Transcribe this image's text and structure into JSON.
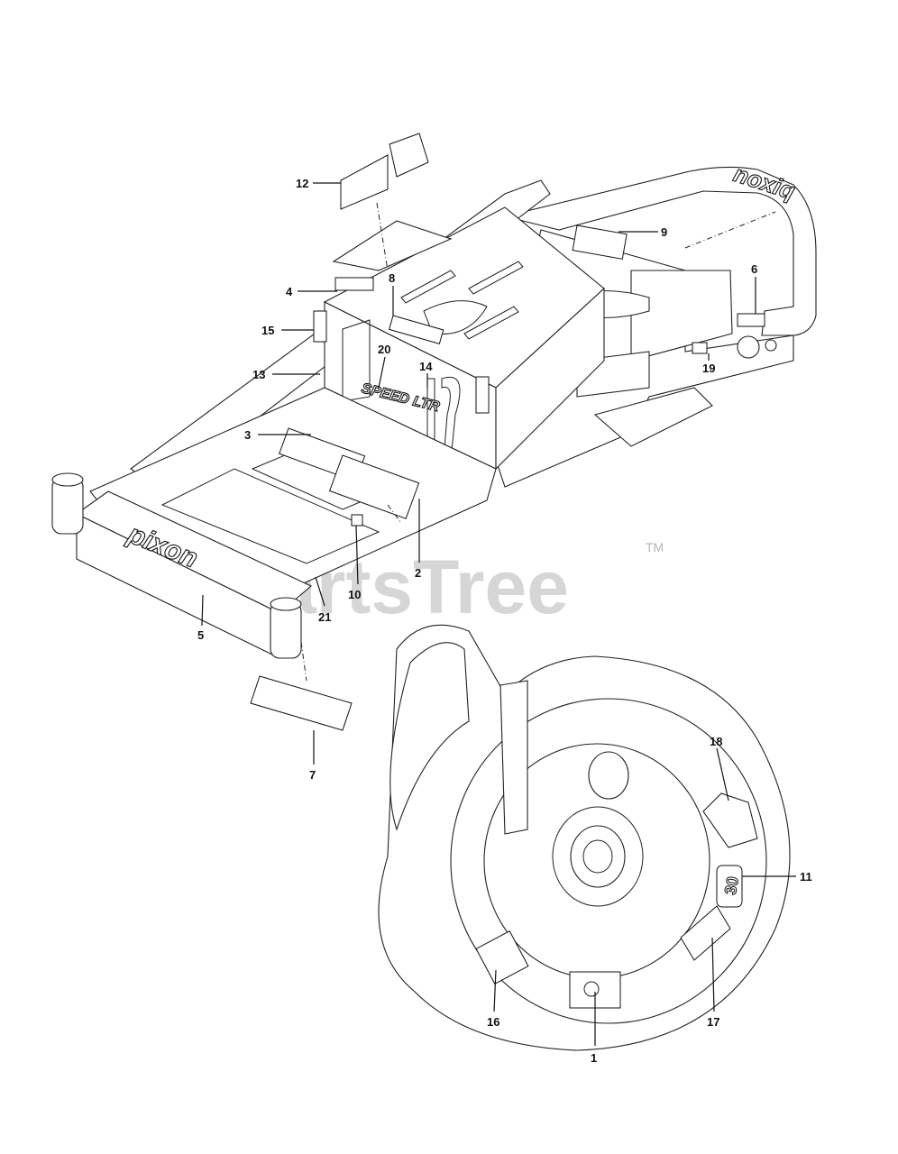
{
  "watermark": {
    "text": "PartsTree",
    "trademark": "TM"
  },
  "chassis": {
    "brand_front": "pixon",
    "brand_rear": "noxiq",
    "speed_decal": "SPEED LTR"
  },
  "deck": {
    "size_badge": "30"
  },
  "callouts": [
    {
      "id": "12",
      "label": "12"
    },
    {
      "id": "9",
      "label": "9"
    },
    {
      "id": "4",
      "label": "4"
    },
    {
      "id": "8",
      "label": "8"
    },
    {
      "id": "6",
      "label": "6"
    },
    {
      "id": "15",
      "label": "15"
    },
    {
      "id": "20",
      "label": "20"
    },
    {
      "id": "14",
      "label": "14"
    },
    {
      "id": "13",
      "label": "13"
    },
    {
      "id": "19",
      "label": "19"
    },
    {
      "id": "3",
      "label": "3"
    },
    {
      "id": "10",
      "label": "10"
    },
    {
      "id": "2",
      "label": "2"
    },
    {
      "id": "21",
      "label": "21"
    },
    {
      "id": "5",
      "label": "5"
    },
    {
      "id": "7",
      "label": "7"
    },
    {
      "id": "18",
      "label": "18"
    },
    {
      "id": "11",
      "label": "11"
    },
    {
      "id": "16",
      "label": "16"
    },
    {
      "id": "17",
      "label": "17"
    },
    {
      "id": "1",
      "label": "1"
    }
  ]
}
